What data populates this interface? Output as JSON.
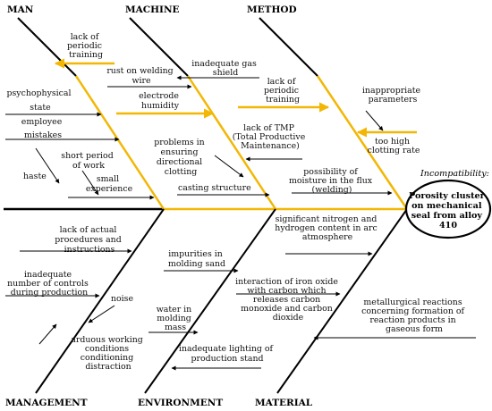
{
  "incompatibility_label": "Incompatibility:",
  "effect": [
    "Porosity cluster",
    "on mechanical",
    "seal from alloy",
    "410"
  ],
  "categories": {
    "man": "MAN",
    "machine": "MACHINE",
    "method": "METHOD",
    "management": "MANAGEMENT",
    "environment": "ENVIRONMENT",
    "material": "MATERIAL"
  },
  "causes": {
    "man": [
      [
        "lack of",
        "periodic",
        "training"
      ],
      [
        "psychophysical",
        "state"
      ],
      [
        "employee",
        "mistakes"
      ],
      [
        "haste"
      ],
      [
        "short period",
        "of work"
      ],
      [
        "small",
        "experience"
      ]
    ],
    "machine": [
      [
        "inadequate gas",
        "shield"
      ],
      [
        "rust on welding",
        "wire"
      ],
      [
        "electrode",
        "humidity"
      ],
      [
        "lack of TMP",
        "(Total Productive",
        "Maintenance)"
      ],
      [
        "problems in",
        "ensuring",
        "directional",
        "clotting"
      ],
      [
        "casting structure"
      ]
    ],
    "method": [
      [
        "lack of",
        "periodic",
        "training"
      ],
      [
        "inappropriate",
        "parameters"
      ],
      [
        "too high",
        "clotting rate"
      ],
      [
        "possibility of",
        "moisture in the flux",
        "(welding)"
      ]
    ],
    "management": [
      [
        "lack of actual",
        "procedures and",
        "instructions"
      ],
      [
        "inadequate",
        "number of controls",
        "during production"
      ],
      [
        "noise"
      ],
      [
        "arduous working",
        "conditions",
        "conditioning",
        "distraction"
      ]
    ],
    "environment": [
      [
        "impurities in",
        "molding sand"
      ],
      [
        "water in",
        "molding",
        "mass"
      ],
      [
        "inadequate lighting of",
        "production stand"
      ]
    ],
    "material": [
      [
        "significant nitrogen and",
        "hydrogen content in arc",
        "atmosphere"
      ],
      [
        "interaction of iron oxide",
        "with carbon which",
        "releases carbon",
        "monoxide and carbon",
        "dioxide"
      ],
      [
        "metallurgical reactions",
        "concerning formation of",
        "reaction products in",
        "gaseous form"
      ]
    ]
  },
  "colors": {
    "highlight": "#f2b705",
    "line": "#000000"
  }
}
